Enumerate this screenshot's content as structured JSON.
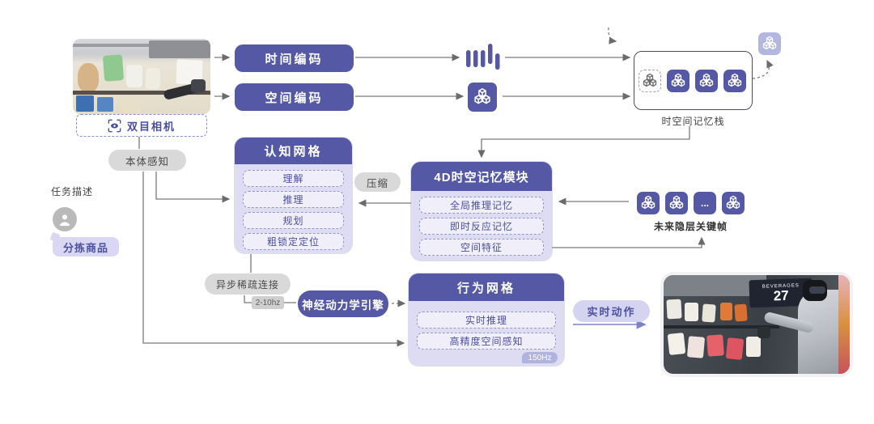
{
  "palette": {
    "primary_purple": "#5458a5",
    "lavender_fill": "#dedcf2",
    "gray_pill": "#d9d9d9",
    "badge_lavender": "#b0b3dd",
    "connector_gray": "#7a7a7a"
  },
  "perception": {
    "camera_label": "双目相机",
    "proprioception_label": "本体感知"
  },
  "encoders": {
    "time": "时间编码",
    "space": "空间编码"
  },
  "memory_stack": {
    "label": "时空间记忆栈"
  },
  "cognitive": {
    "title": "认知网格",
    "items": [
      "理解",
      "推理",
      "规划",
      "粗锁定定位"
    ]
  },
  "compression_label": "压缩",
  "memory4d": {
    "title": "4D时空记忆模块",
    "items": [
      "全局推理记忆",
      "即时反应记忆",
      "空间特征"
    ]
  },
  "future_frames": {
    "label": "未来隐层关键帧",
    "ellipsis": "..."
  },
  "task": {
    "label": "任务描述",
    "task_name": "分拣商品"
  },
  "async_link": {
    "label": "异步稀疏连接",
    "freq": "2-10hz"
  },
  "engine": {
    "label": "神经动力学引擎"
  },
  "behavior": {
    "title": "行为网格",
    "items": [
      "实时推理",
      "高精度空间感知"
    ],
    "freq_badge": "150Hz"
  },
  "action": {
    "label": "实时动作"
  },
  "photo_right": {
    "sign_text": "BEVERAGES",
    "sign_number": "27"
  }
}
